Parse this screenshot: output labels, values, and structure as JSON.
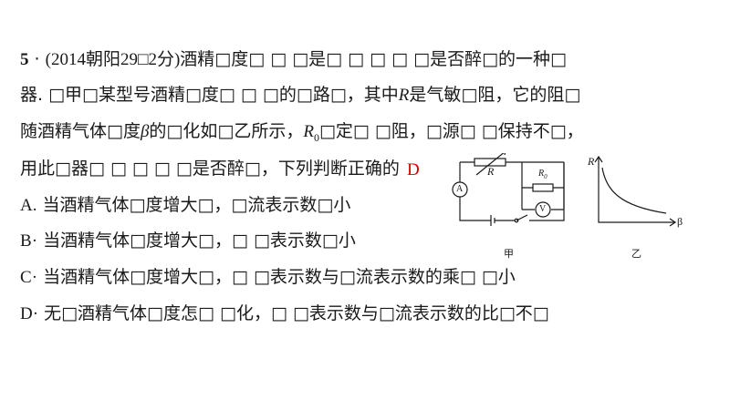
{
  "question": {
    "number": "5",
    "sep": "·",
    "source": "(2014朝阳29□2分)",
    "line1_rest": "酒精□度□ □ □是□ □ □ □ □是否醉□的一种□",
    "line2_a": "器.  □甲□某型号酒精□度□ □ □的□路□，其中",
    "line2_R": "R",
    "line2_b": "是气敏□阻，它的阻□",
    "line3_a": "随酒精气体□度",
    "line3_beta": "β",
    "line3_b": "的□化如□乙所示，",
    "line3_R": "R",
    "line3_sub": "0",
    "line3_c": "□定□ □阻，□源□ □保持不□，",
    "line4": "用此□器□ □ □ □ □是否醉□，下列判断正确的"
  },
  "answer": "D",
  "options": [
    {
      "letter": "A",
      "sep": ".",
      "text": "当酒精气体□度增大□，□流表示数□小"
    },
    {
      "letter": "B",
      "sep": "·",
      "text": "当酒精气体□度增大□，□ □表示数□小"
    },
    {
      "letter": "C",
      "sep": "·",
      "text": "当酒精气体□度增大□，□ □表示数与□流表示数的乘□ □小"
    },
    {
      "letter": "D",
      "sep": "·",
      "text": "无□酒精气体□度怎□ □化，□ □表示数与□流表示数的比□不□"
    }
  ],
  "figure": {
    "circuit": {
      "resistor_R": "R",
      "resistor_R0": "R",
      "resistor_R0_sub": "0",
      "ammeter": "A",
      "voltmeter": "V",
      "caption": "甲"
    },
    "graph": {
      "y_label": "R",
      "x_label": "β",
      "caption": "乙"
    }
  }
}
